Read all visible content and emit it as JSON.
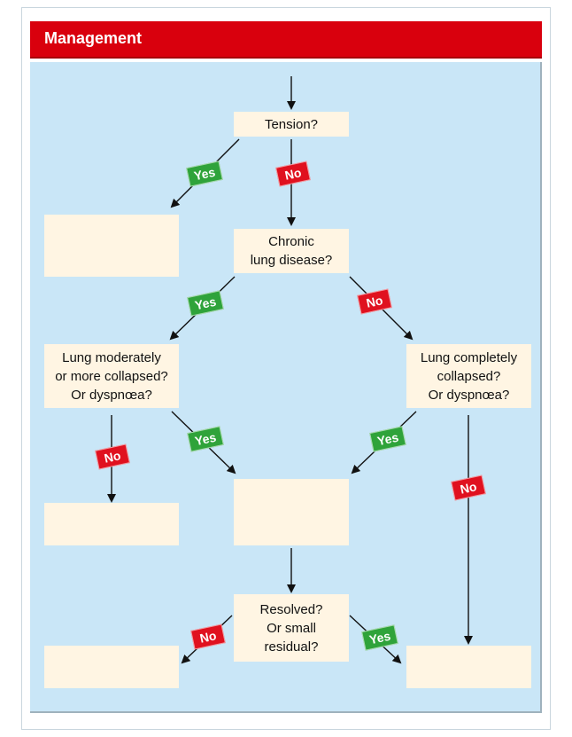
{
  "header": {
    "title": "Management"
  },
  "nodes": {
    "tension": "Tension?",
    "chronic": "Chronic\nlung disease?",
    "moderate": "Lung moderately\nor more collapsed?\nOr dyspnœa?",
    "complete": "Lung completely\ncollapsed?\nOr dyspnœa?",
    "resolved": "Resolved?\nOr small\nresidual?",
    "empty": ""
  },
  "labels": {
    "yes": "Yes",
    "no": "No"
  },
  "colors": {
    "header": "#d9000d",
    "panel": "#c9e6f7",
    "box": "#fff5e3",
    "yes": "#2fa33a",
    "no": "#e0111f"
  }
}
